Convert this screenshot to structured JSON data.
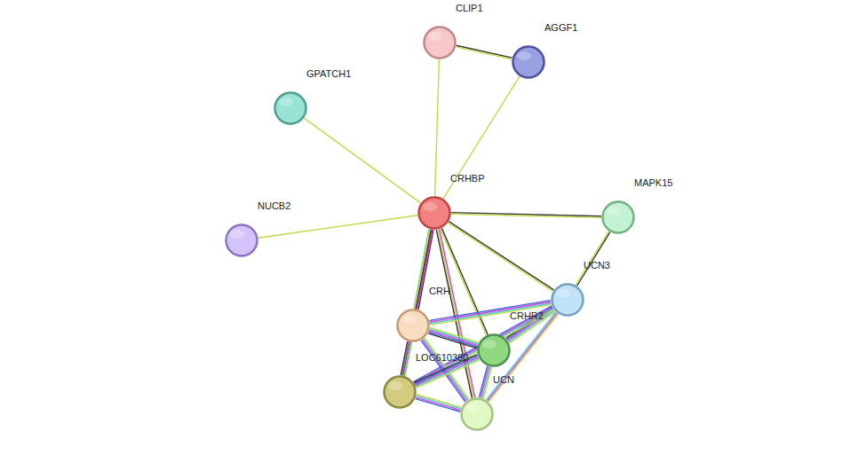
{
  "diagram": {
    "nodes": [
      {
        "text": [
          "CLIP1"
        ]
      },
      {
        "text": [
          "AGGF1"
        ]
      },
      {
        "text": [
          "GPATCH1"
        ]
      },
      {
        "text": [
          "CRHBP"
        ]
      },
      {
        "text": [
          "MAPK15"
        ]
      },
      {
        "text": [
          "NUCB2"
        ]
      },
      {
        "text": [
          "UCN3"
        ]
      },
      {
        "text": [
          "CRH"
        ]
      },
      {
        "text": [
          "CRHR2"
        ]
      },
      {
        "text": [
          "LOC610380"
        ]
      },
      {
        "text": [
          "UCN"
        ]
      }
    ],
    "edges": [
      {
        "from": 0,
        "to": 1,
        "arrow": "none"
      },
      {
        "from": 3,
        "to": 0,
        "arrow": "none"
      },
      {
        "from": 3,
        "to": 1,
        "arrow": "none"
      },
      {
        "from": 3,
        "to": 2,
        "arrow": "none"
      },
      {
        "from": 3,
        "to": 5,
        "arrow": "none"
      },
      {
        "from": 3,
        "to": 4,
        "arrow": "none"
      },
      {
        "from": 3,
        "to": 6,
        "arrow": "none"
      },
      {
        "from": 3,
        "to": 7,
        "arrow": "none"
      },
      {
        "from": 3,
        "to": 8,
        "arrow": "none"
      },
      {
        "from": 3,
        "to": 9,
        "arrow": "none"
      },
      {
        "from": 3,
        "to": 10,
        "arrow": "none"
      },
      {
        "from": 4,
        "to": 6,
        "arrow": "none"
      },
      {
        "from": 6,
        "to": 7,
        "arrow": "none"
      },
      {
        "from": 6,
        "to": 8,
        "arrow": "none"
      },
      {
        "from": 6,
        "to": 9,
        "arrow": "none"
      },
      {
        "from": 6,
        "to": 10,
        "arrow": "none"
      },
      {
        "from": 7,
        "to": 8,
        "arrow": "none"
      },
      {
        "from": 7,
        "to": 9,
        "arrow": "none"
      },
      {
        "from": 7,
        "to": 10,
        "arrow": "none"
      },
      {
        "from": 8,
        "to": 9,
        "arrow": "none"
      },
      {
        "from": 8,
        "to": 10,
        "arrow": "none"
      },
      {
        "from": 9,
        "to": 10,
        "arrow": "none"
      }
    ]
  }
}
